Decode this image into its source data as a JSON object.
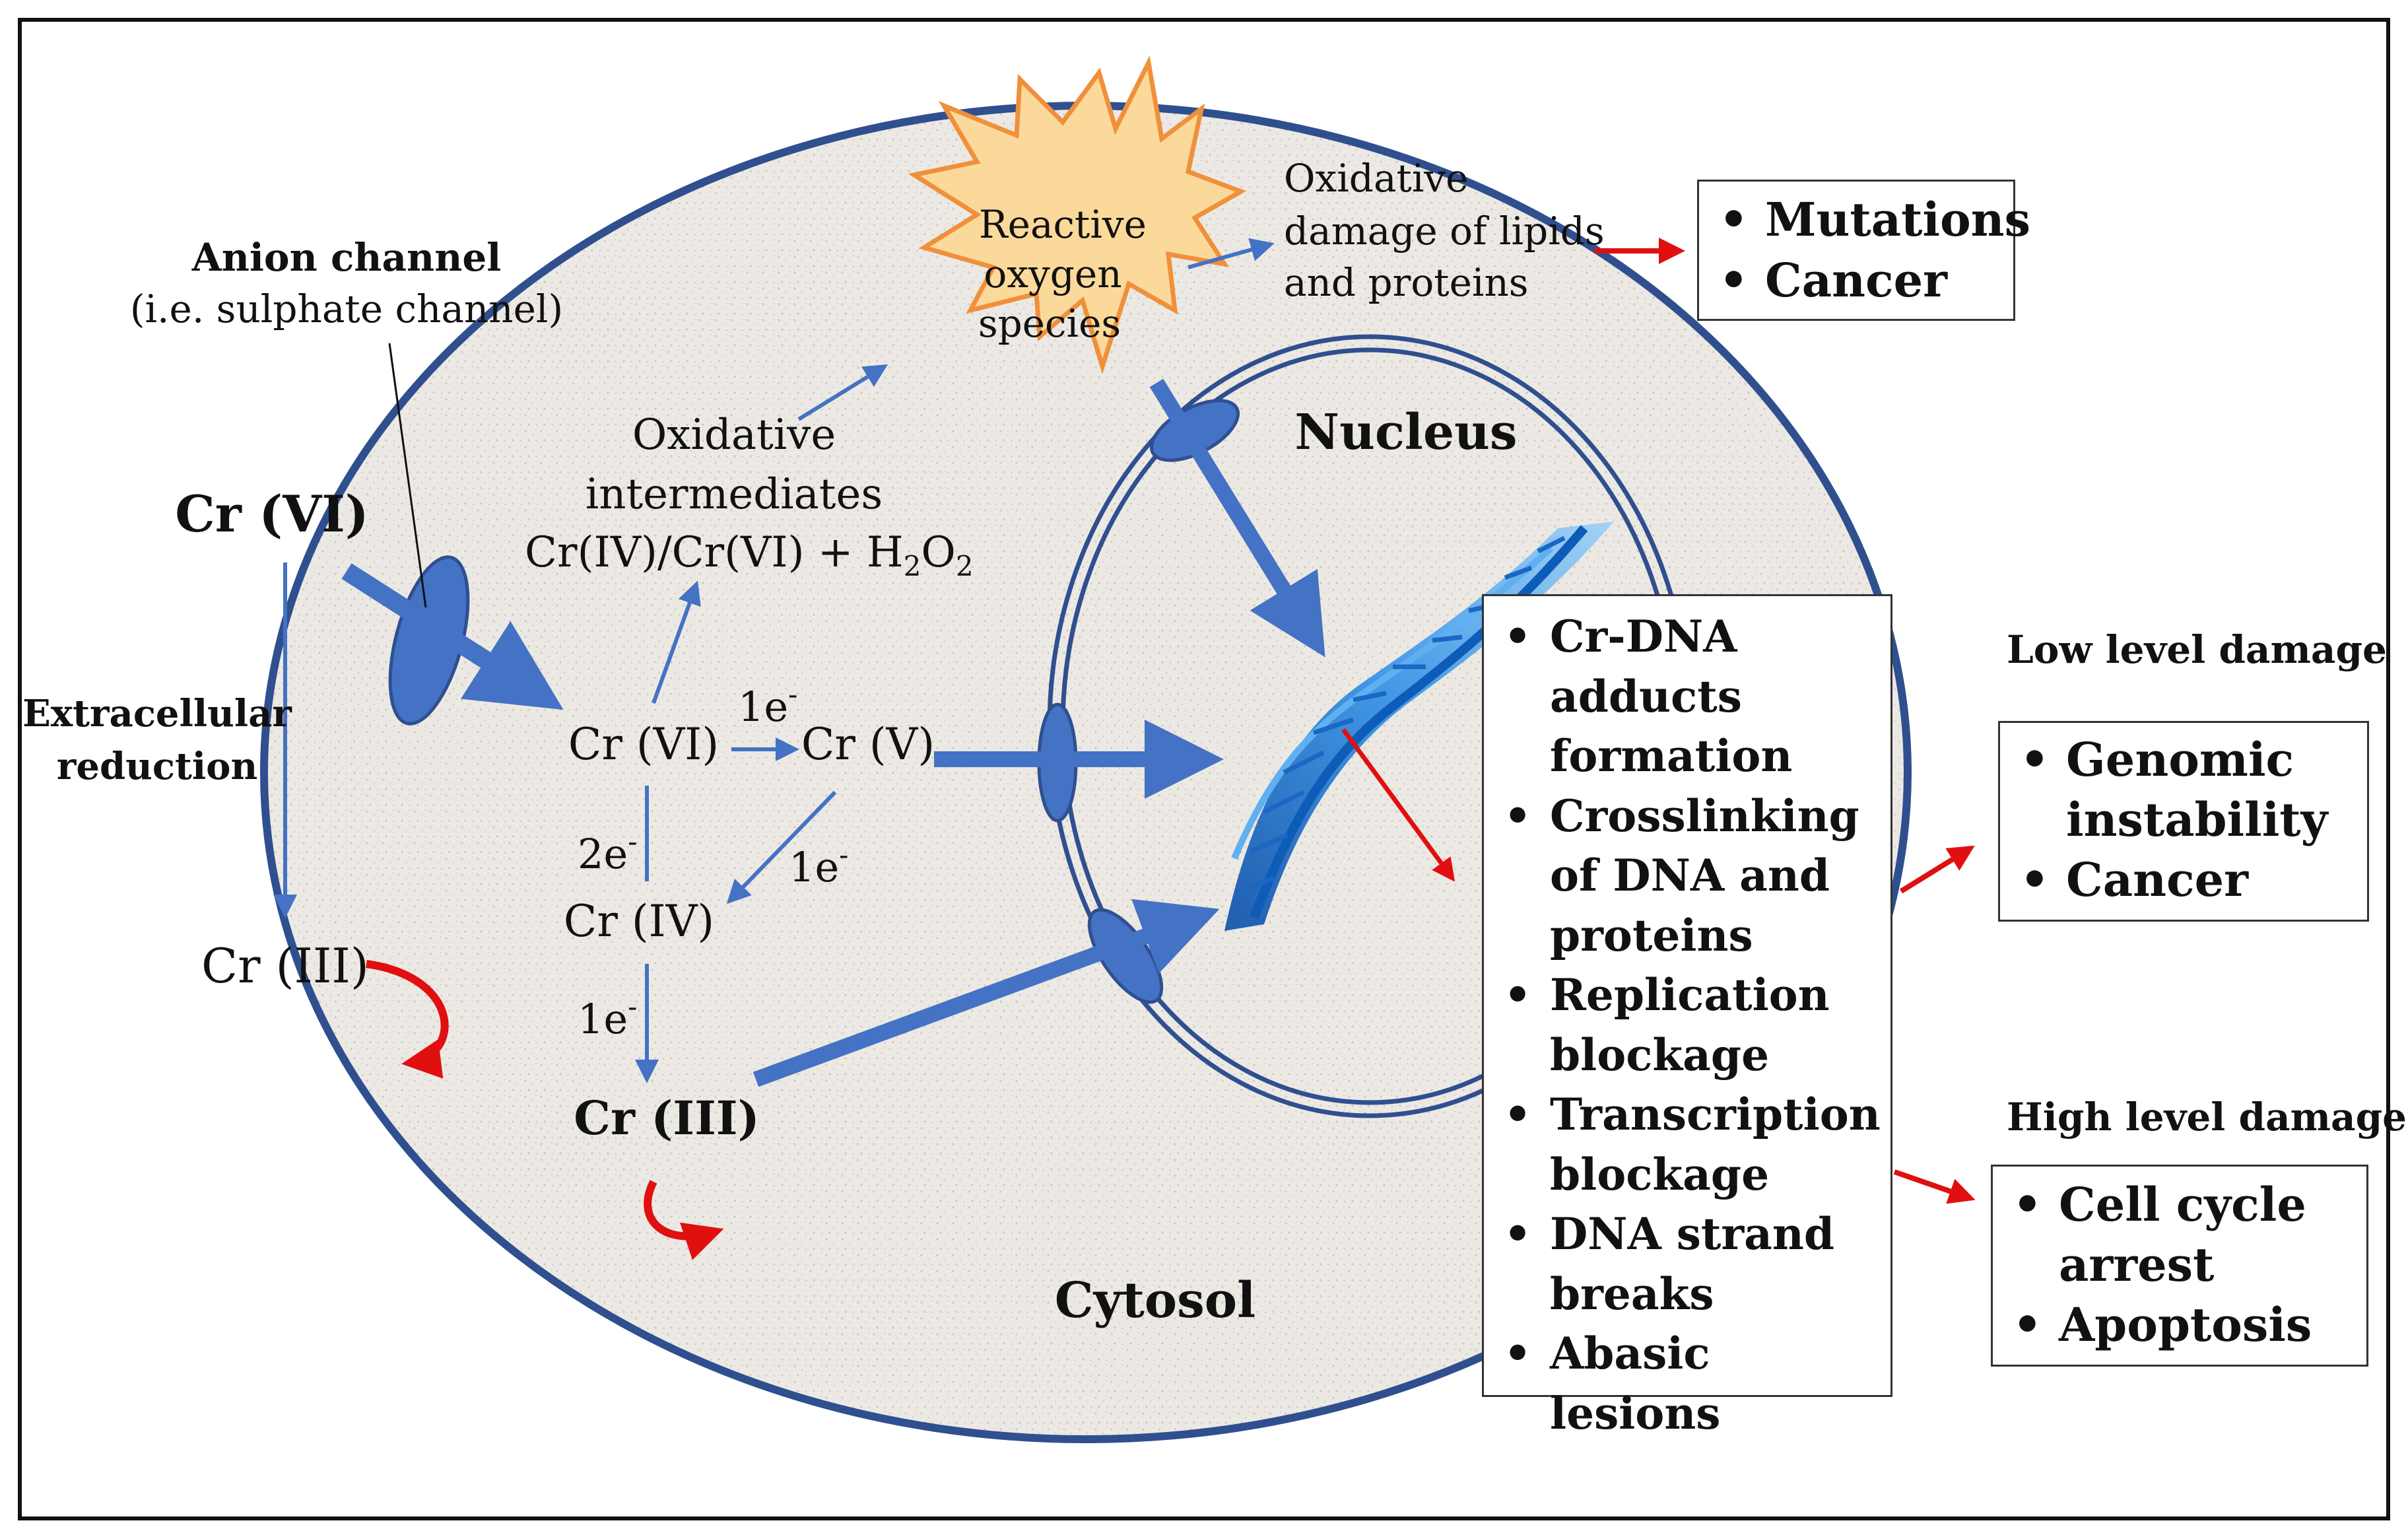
{
  "cell": {
    "cytosol_label": "Cytosol",
    "nucleus_label": "Nucleus"
  },
  "outside": {
    "crvi": "Cr (VI)",
    "anion_channel_title": "Anion channel",
    "anion_channel_sub": "(i.e. sulphate channel)",
    "extracellular_line1": "Extracellular",
    "extracellular_line2": "reduction",
    "criii": "Cr (III)"
  },
  "pathway": {
    "oxidative_line1": "Oxidative",
    "oxidative_line2": "intermediates",
    "oxidative_formula_a": "Cr(IV)/Cr(VI) + H",
    "oxidative_formula_sub": "2",
    "oxidative_formula_b": "O",
    "oxidative_formula_sub2": "2",
    "crvi": "Cr (VI)",
    "crv": "Cr (V)",
    "criv": "Cr (IV)",
    "criii": "Cr (III)",
    "e1a": "1e",
    "e2": "2e",
    "e1b": "1e",
    "e1c": "1e",
    "minus": "-"
  },
  "ros": {
    "line1": "Reactive",
    "line2": "oxygen",
    "line3": "species"
  },
  "oxidative_damage": {
    "line1": "Oxidative",
    "line2": "damage of lipids",
    "line3": "and proteins"
  },
  "outcomes_top": [
    "Mutations",
    "Cancer"
  ],
  "dna_damage": [
    "Cr-DNA adducts formation",
    "Crosslinking of DNA and proteins",
    "Replication blockage",
    "Transcription blockage",
    "DNA strand breaks",
    "Abasic lesions"
  ],
  "low_level": {
    "label": "Low level damage",
    "items": [
      "Genomic instability",
      "Cancer"
    ]
  },
  "high_level": {
    "label": "High level damage",
    "items": [
      "Cell cycle arrest",
      "Apoptosis"
    ]
  },
  "colors": {
    "membrane": "#2f4f8f",
    "blue_arrow": "#4472c4",
    "red_arrow": "#e01010",
    "ros_fill": "#fbd99a",
    "ros_stroke": "#f0903a",
    "cell_fill": "#ece9e4",
    "dna": "#1e78d2"
  }
}
